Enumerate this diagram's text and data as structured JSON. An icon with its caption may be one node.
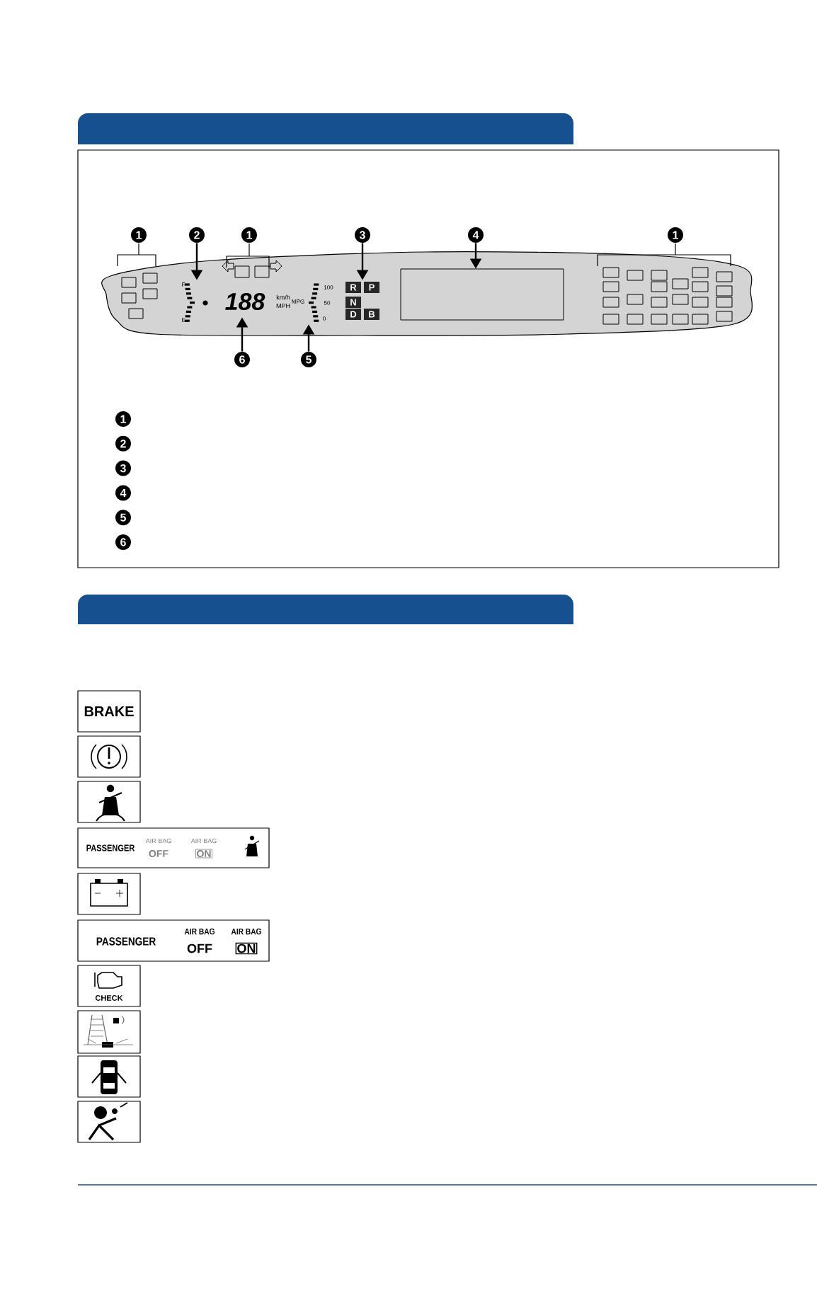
{
  "diagram": {
    "nodes": [
      {
        "text": [
          "1"
        ]
      },
      {
        "text": [
          "2"
        ]
      },
      {
        "text": [
          "1"
        ]
      },
      {
        "text": [
          "3"
        ]
      },
      {
        "text": [
          "4"
        ]
      },
      {
        "text": [
          "1"
        ]
      },
      {
        "text": [
          "6"
        ]
      },
      {
        "text": [
          "5"
        ]
      },
      {
        "text": [
          "F",
          "E"
        ]
      },
      {
        "text": [
          "188",
          "km/h",
          "MPH"
        ]
      },
      {
        "text": [
          "MPG",
          "100",
          "50",
          "0"
        ]
      },
      {
        "text": [
          "R",
          "P",
          "N",
          "D",
          "B"
        ]
      },
      {
        "text": [],
        "shape": "box"
      },
      {
        "text": [
          "1"
        ]
      },
      {
        "text": [
          "2"
        ]
      },
      {
        "text": [
          "3"
        ]
      },
      {
        "text": [
          "4"
        ]
      },
      {
        "text": [
          "5"
        ]
      },
      {
        "text": [
          "6"
        ]
      }
    ],
    "edges": [
      {
        "from": 1,
        "to": 8,
        "arrow": "to"
      },
      {
        "from": 3,
        "to": 11,
        "arrow": "to"
      },
      {
        "from": 4,
        "to": 12,
        "arrow": "to"
      },
      {
        "from": 6,
        "to": 9,
        "arrow": "to"
      },
      {
        "from": 7,
        "to": 10,
        "arrow": "to"
      }
    ],
    "labels": [
      "BRAKE",
      "PASSENGER",
      "AIR BAG",
      "OFF",
      "AIR BAG",
      "ON",
      "PASSENGER",
      "AIR BAG",
      "OFF",
      "AIR BAG",
      "ON",
      "CHECK"
    ]
  }
}
